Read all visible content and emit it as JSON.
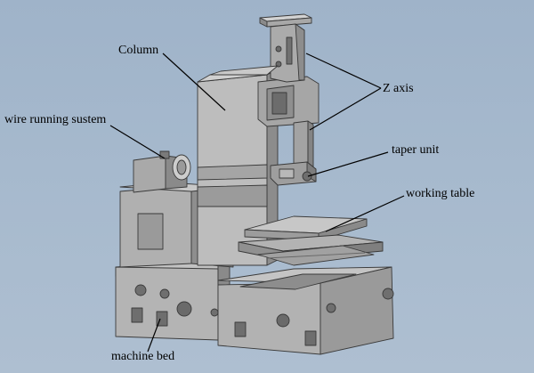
{
  "diagram": {
    "labels": {
      "column": "Column",
      "z_axis": "Z axis",
      "wire_running": "wire running sustem",
      "taper_unit": "taper unit",
      "working_table": "working table",
      "machine_bed": "machine bed"
    },
    "colors": {
      "background": "#a8bbcf",
      "machine_light": "#bcbcbc",
      "machine_mid": "#a3a3a3",
      "machine_dark": "#7e7e7e",
      "outline": "#333333",
      "leader": "#000000"
    }
  }
}
